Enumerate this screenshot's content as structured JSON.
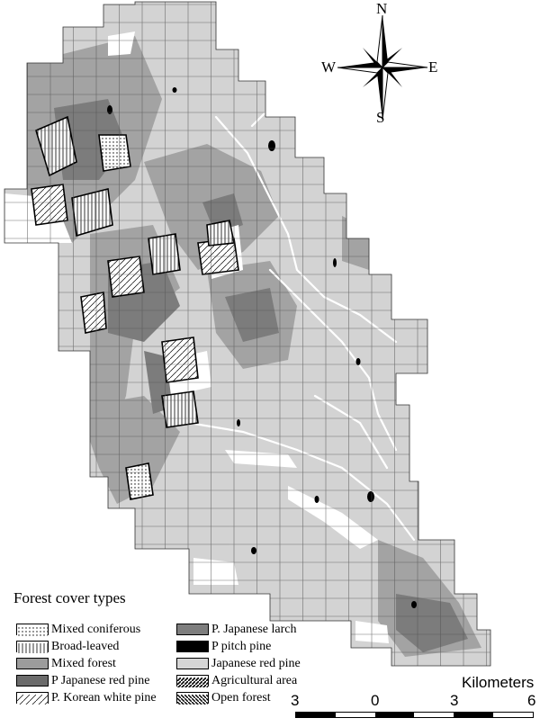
{
  "compass": {
    "north": "N",
    "south": "S",
    "east": "E",
    "west": "W"
  },
  "legend": {
    "title": "Forest cover types",
    "items": [
      {
        "key": "mixed-coniferous",
        "label": "Mixed coniferous",
        "pattern": "pat-dots"
      },
      {
        "key": "broad-leaved",
        "label": "Broad-leaved",
        "pattern": "pat-vlines"
      },
      {
        "key": "mixed-forest",
        "label": "Mixed forest",
        "pattern": "#9c9c9c"
      },
      {
        "key": "p-japanese-red-pine",
        "label": "P Japanese red pine",
        "pattern": "#6b6b6b"
      },
      {
        "key": "p-korean-white-pine",
        "label": "P. Korean white pine",
        "pattern": "pat-diag"
      },
      {
        "key": "p-japanese-larch",
        "label": "P. Japanese larch",
        "pattern": "#7e7e7e"
      },
      {
        "key": "p-pitch-pine",
        "label": "P pitch pine",
        "pattern": "#000000"
      },
      {
        "key": "japanese-red-pine",
        "label": "Japanese red pine",
        "pattern": "#d6d6d6"
      },
      {
        "key": "agricultural-area",
        "label": "Agricultural area",
        "pattern": "pat-darkdiag"
      },
      {
        "key": "open-forest",
        "label": "Open forest",
        "pattern": "pat-hatch"
      }
    ]
  },
  "scale": {
    "title": "Kilometers",
    "ticks": [
      "3",
      "0",
      "3",
      "6"
    ]
  },
  "colors": {
    "light": "#d3d3d3",
    "mid": "#a3a3a3",
    "dark": "#7c7c7c",
    "darkest": "#5e5e5e",
    "pine": "#000000"
  }
}
